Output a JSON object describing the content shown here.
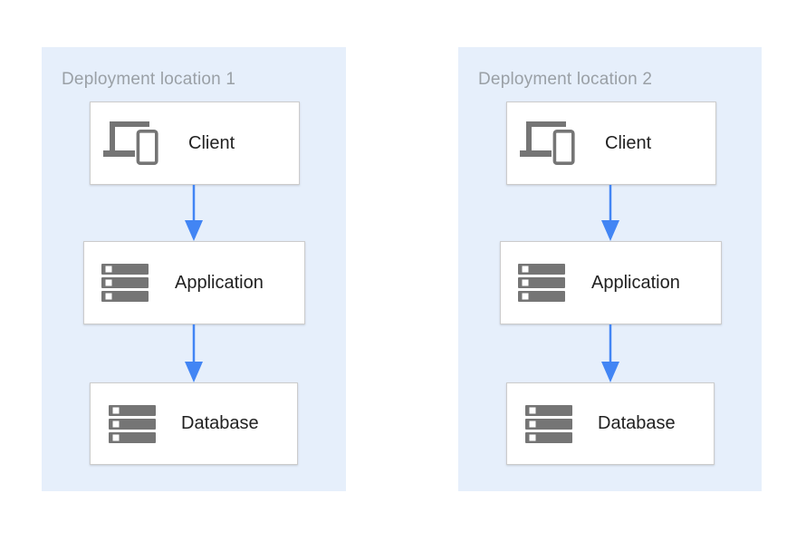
{
  "diagram": {
    "colors": {
      "container_fill": "#e6effb",
      "arrow": "#4285f4",
      "icon_gray": "#757575",
      "box_border": "#cccccc",
      "label_text": "#212121",
      "title_text": "#9aa0a6"
    },
    "locations": [
      {
        "title": "Deployment location 1",
        "nodes": [
          {
            "label": "Client",
            "icon": "client-devices-icon"
          },
          {
            "label": "Application",
            "icon": "server-stack-icon"
          },
          {
            "label": "Database",
            "icon": "server-stack-icon"
          }
        ]
      },
      {
        "title": "Deployment location 2",
        "nodes": [
          {
            "label": "Client",
            "icon": "client-devices-icon"
          },
          {
            "label": "Application",
            "icon": "server-stack-icon"
          },
          {
            "label": "Database",
            "icon": "server-stack-icon"
          }
        ]
      }
    ]
  }
}
